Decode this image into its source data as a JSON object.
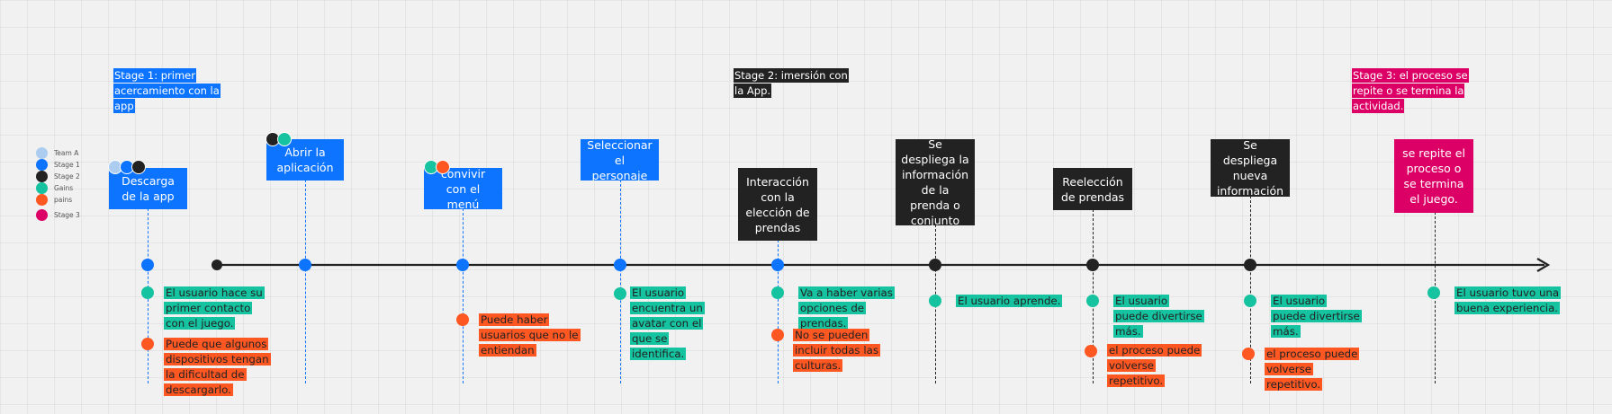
{
  "colors": {
    "blue": "#0d74ff",
    "black": "#222222",
    "magenta": "#dc0066",
    "green": "#16c3a0",
    "orange": "#ff5722",
    "light_blue": "#adcdf0"
  },
  "legend": [
    {
      "label": "Team A",
      "color": "#adcdf0"
    },
    {
      "label": "Stage 1",
      "color": "#0d74ff"
    },
    {
      "label": "Stage 2",
      "color": "#222222"
    },
    {
      "label": "Gains",
      "color": "#16c3a0"
    },
    {
      "label": "pains",
      "color": "#ff5722"
    },
    {
      "label": "Stage 3",
      "color": "#dc0066"
    }
  ],
  "stages": [
    {
      "text": "Stage 1: primer acercamiento con la app",
      "color": "#0d74ff"
    },
    {
      "text": "Stage 2: imersión con la App.",
      "color": "#222222"
    },
    {
      "text": "Stage 3: el proceso se repite o se termina la actividad.",
      "color": "#dc0066"
    }
  ],
  "steps": [
    {
      "label": "Descarga de la app",
      "color": "#0d74ff"
    },
    {
      "label": "Abrir la aplicación",
      "color": "#0d74ff"
    },
    {
      "label": "convivir con el menú",
      "color": "#0d74ff"
    },
    {
      "label": "Seleccionar el personaje",
      "color": "#0d74ff"
    },
    {
      "label": "Interacción con la elección de prendas",
      "color": "#222222"
    },
    {
      "label": "Se despliega la información de la prenda o conjunto",
      "color": "#222222"
    },
    {
      "label": "Reelección de prendas",
      "color": "#222222"
    },
    {
      "label": "Se despliega nueva información",
      "color": "#222222"
    },
    {
      "label": "se repite el proceso o se termina el juego.",
      "color": "#dc0066"
    }
  ],
  "gains": [
    "El usuario hace su primer contacto con el juego.",
    "El usuario encuentra un avatar con el que se identifica.",
    "Va a haber varias opciones de prendas.",
    "El usuario aprende.",
    "El usuario puede divertirse más.",
    "El usuario puede divertirse más.",
    "El usuario tuvo una buena experiencia."
  ],
  "pains": [
    "Puede que algunos  dispositivos tengan la dificultad de descargarlo.",
    "Puede haber usuarios que no le entiendan",
    "No se pueden incluir todas las culturas.",
    "el proceso puede volverse repetitivo.",
    "el proceso puede volverse repetitivo."
  ]
}
